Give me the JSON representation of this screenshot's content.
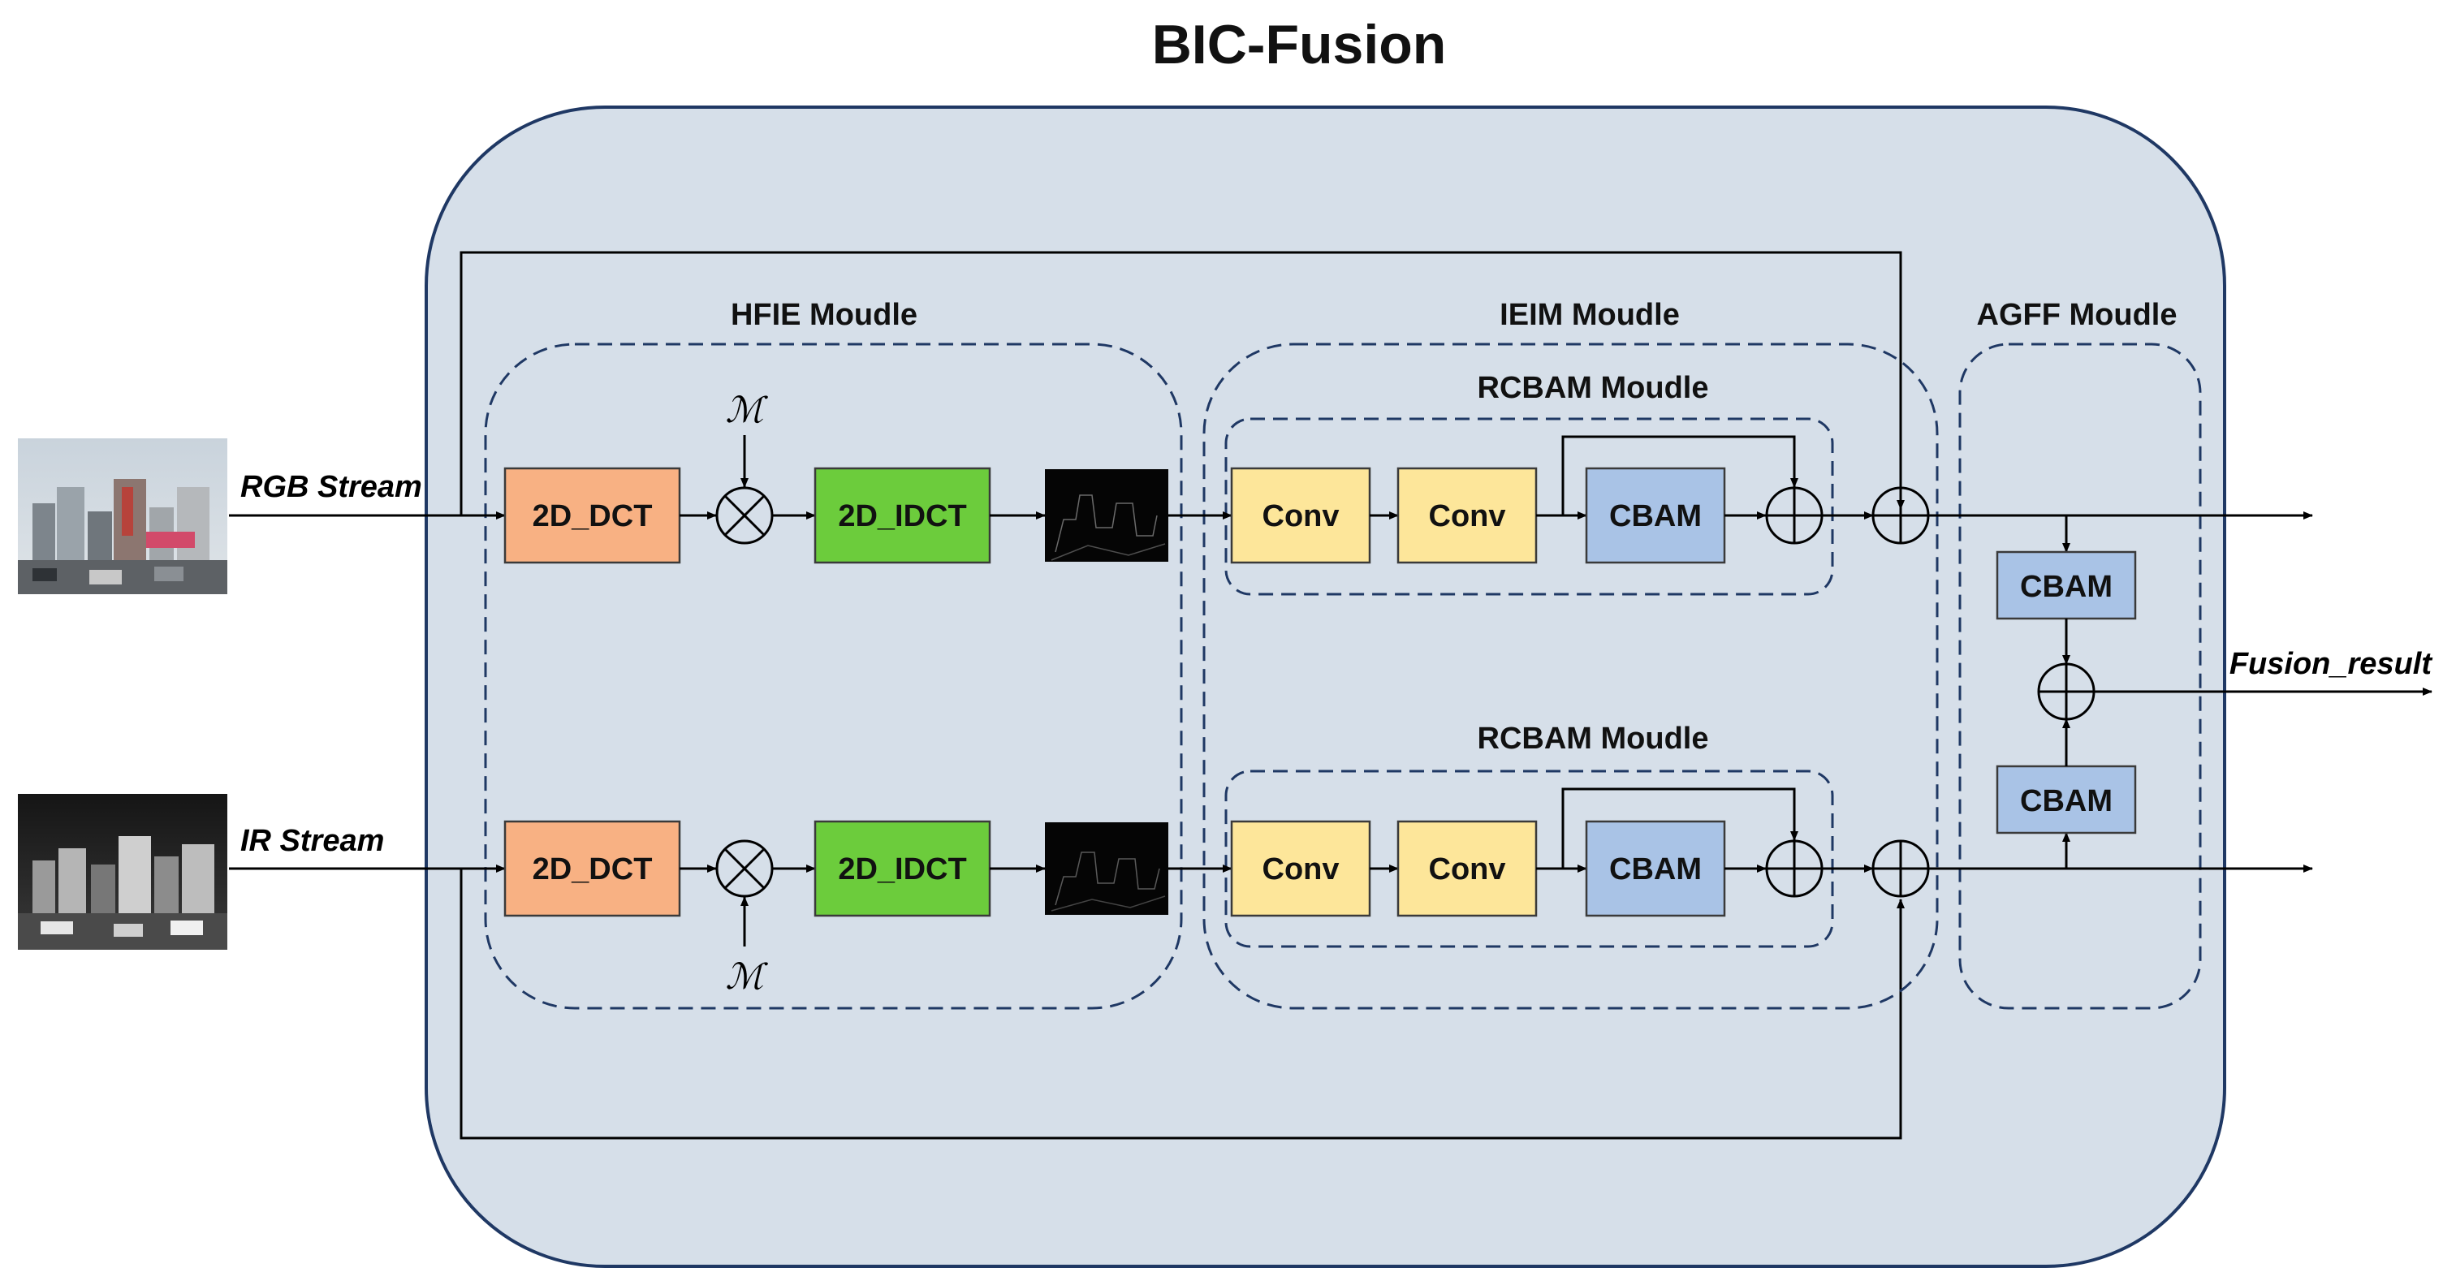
{
  "title": "BIC-Fusion",
  "streams": {
    "rgb": "RGB Stream",
    "ir": "IR Stream"
  },
  "modules": {
    "hfie": "HFIE Moudle",
    "ieim": "IEIM Moudle",
    "rcbam": "RCBAM Moudle",
    "agff": "AGFF Moudle"
  },
  "blocks": {
    "dct": "2D_DCT",
    "idct": "2D_IDCT",
    "conv": "Conv",
    "cbam": "CBAM"
  },
  "mask_symbol": "ℳ",
  "output": "Fusion_result",
  "colors": {
    "container_fill": "#d6dfe9",
    "container_stroke": "#1f3864",
    "dashed_stroke": "#1f3864",
    "dct_fill": "#f8b183",
    "idct_fill": "#6ccc3c",
    "conv_fill": "#fde69a",
    "cbam_fill": "#a9c3e6"
  },
  "icons": [
    "rgb-input-thumbnail",
    "ir-input-thumbnail",
    "edge-map-thumbnail",
    "multiply-operator-icon",
    "add-operator-icon",
    "arrow-icon"
  ]
}
